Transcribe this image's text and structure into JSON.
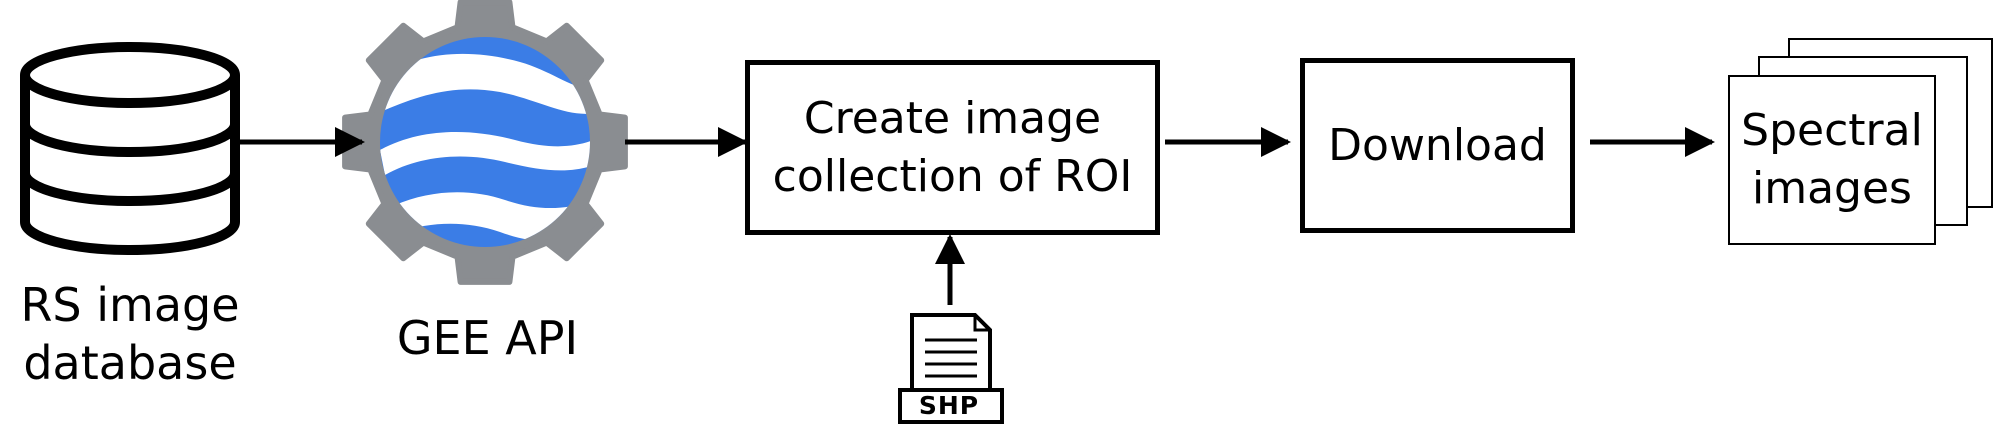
{
  "nodes": {
    "database": {
      "label_line1": "RS image",
      "label_line2": "database"
    },
    "gee": {
      "label": "GEE API"
    },
    "create": {
      "line1": "Create image",
      "line2": "collection of ROI"
    },
    "download": {
      "label": "Download"
    },
    "shp": {
      "label": "SHP"
    },
    "spectral": {
      "line1": "Spectral",
      "line2": "images"
    }
  },
  "colors": {
    "gear": "#8a8d91",
    "globe": "#3b7de6",
    "stroke": "#000000"
  },
  "icons": [
    "database-icon",
    "gear-icon",
    "globe-icon",
    "shapefile-icon",
    "image-stack-icon"
  ]
}
